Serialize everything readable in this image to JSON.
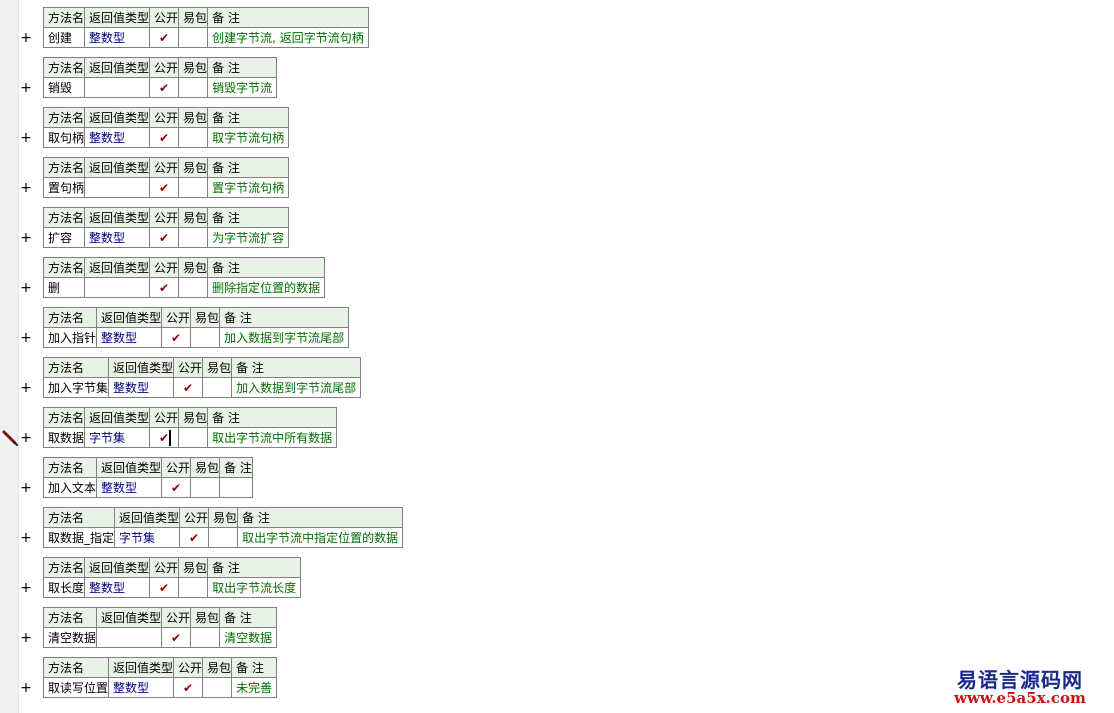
{
  "headers": {
    "name": "方法名",
    "return_type": "返回值类型",
    "public": "公开",
    "easy_pack": "易包",
    "note": "备 注"
  },
  "expand_symbol": "+",
  "methods": [
    {
      "name": "创建",
      "return_type": "整数型",
      "public": "✔",
      "easy_pack": "",
      "note": "创建字节流, 返回字节流句柄"
    },
    {
      "name": "销毁",
      "return_type": "",
      "public": "✔",
      "easy_pack": "",
      "note": "销毁字节流"
    },
    {
      "name": "取句柄",
      "return_type": "整数型",
      "public": "✔",
      "easy_pack": "",
      "note": "取字节流句柄"
    },
    {
      "name": "置句柄",
      "return_type": "",
      "public": "✔",
      "easy_pack": "",
      "note": "置字节流句柄"
    },
    {
      "name": "扩容",
      "return_type": "整数型",
      "public": "✔",
      "easy_pack": "",
      "note": "为字节流扩容"
    },
    {
      "name": "删",
      "return_type": "",
      "public": "✔",
      "easy_pack": "",
      "note": "删除指定位置的数据"
    },
    {
      "name": "加入指针",
      "return_type": "整数型",
      "public": "✔",
      "easy_pack": "",
      "note": "加入数据到字节流尾部"
    },
    {
      "name": "加入字节集",
      "return_type": "整数型",
      "public": "✔",
      "easy_pack": "",
      "note": "加入数据到字节流尾部"
    },
    {
      "name": "取数据",
      "return_type": "字节集",
      "public": "✔",
      "easy_pack": "",
      "note": "取出字节流中所有数据"
    },
    {
      "name": "加入文本",
      "return_type": "整数型",
      "public": "✔",
      "easy_pack": "",
      "note": ""
    },
    {
      "name": "取数据_指定",
      "return_type": "字节集",
      "public": "✔",
      "easy_pack": "",
      "note": "取出字节流中指定位置的数据"
    },
    {
      "name": "取长度",
      "return_type": "整数型",
      "public": "✔",
      "easy_pack": "",
      "note": "取出字节流长度"
    },
    {
      "name": "清空数据",
      "return_type": "",
      "public": "✔",
      "easy_pack": "",
      "note": "清空数据"
    },
    {
      "name": "取读写位置",
      "return_type": "整数型",
      "public": "✔",
      "easy_pack": "",
      "note": "未完善"
    }
  ],
  "watermark": {
    "title": "易语言源码网",
    "url": "www.e5a5x.com"
  },
  "colors": {
    "header_bg": "#e9f2e6",
    "border": "#808080",
    "return_type_text": "#000080",
    "note_text": "#007000",
    "check_mark": "#8b0000",
    "watermark_title": "#1a2a8c",
    "watermark_url": "#d01010"
  },
  "icons": {
    "pencil": "pencil-icon",
    "check": "check-icon"
  }
}
